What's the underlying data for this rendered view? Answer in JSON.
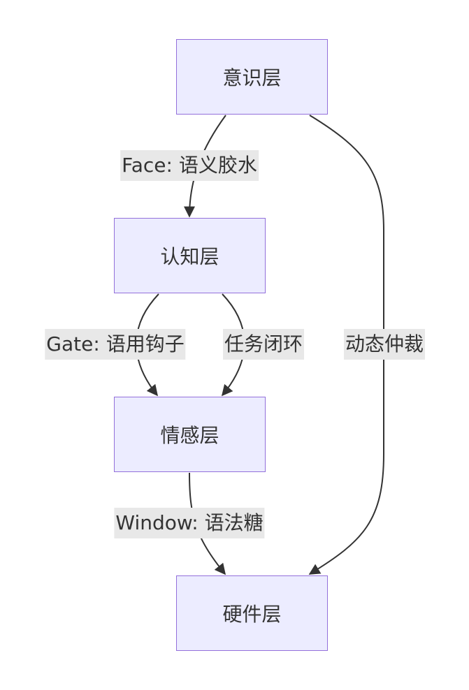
{
  "nodes": {
    "consciousness": "意识层",
    "cognition": "认知层",
    "emotion": "情感层",
    "hardware": "硬件层"
  },
  "edges": {
    "face": "Face: 语义胶水",
    "gate": "Gate: 语用钩子",
    "task_loop": "任务闭环",
    "dynamic": "动态仲裁",
    "window": "Window: 语法糖"
  }
}
